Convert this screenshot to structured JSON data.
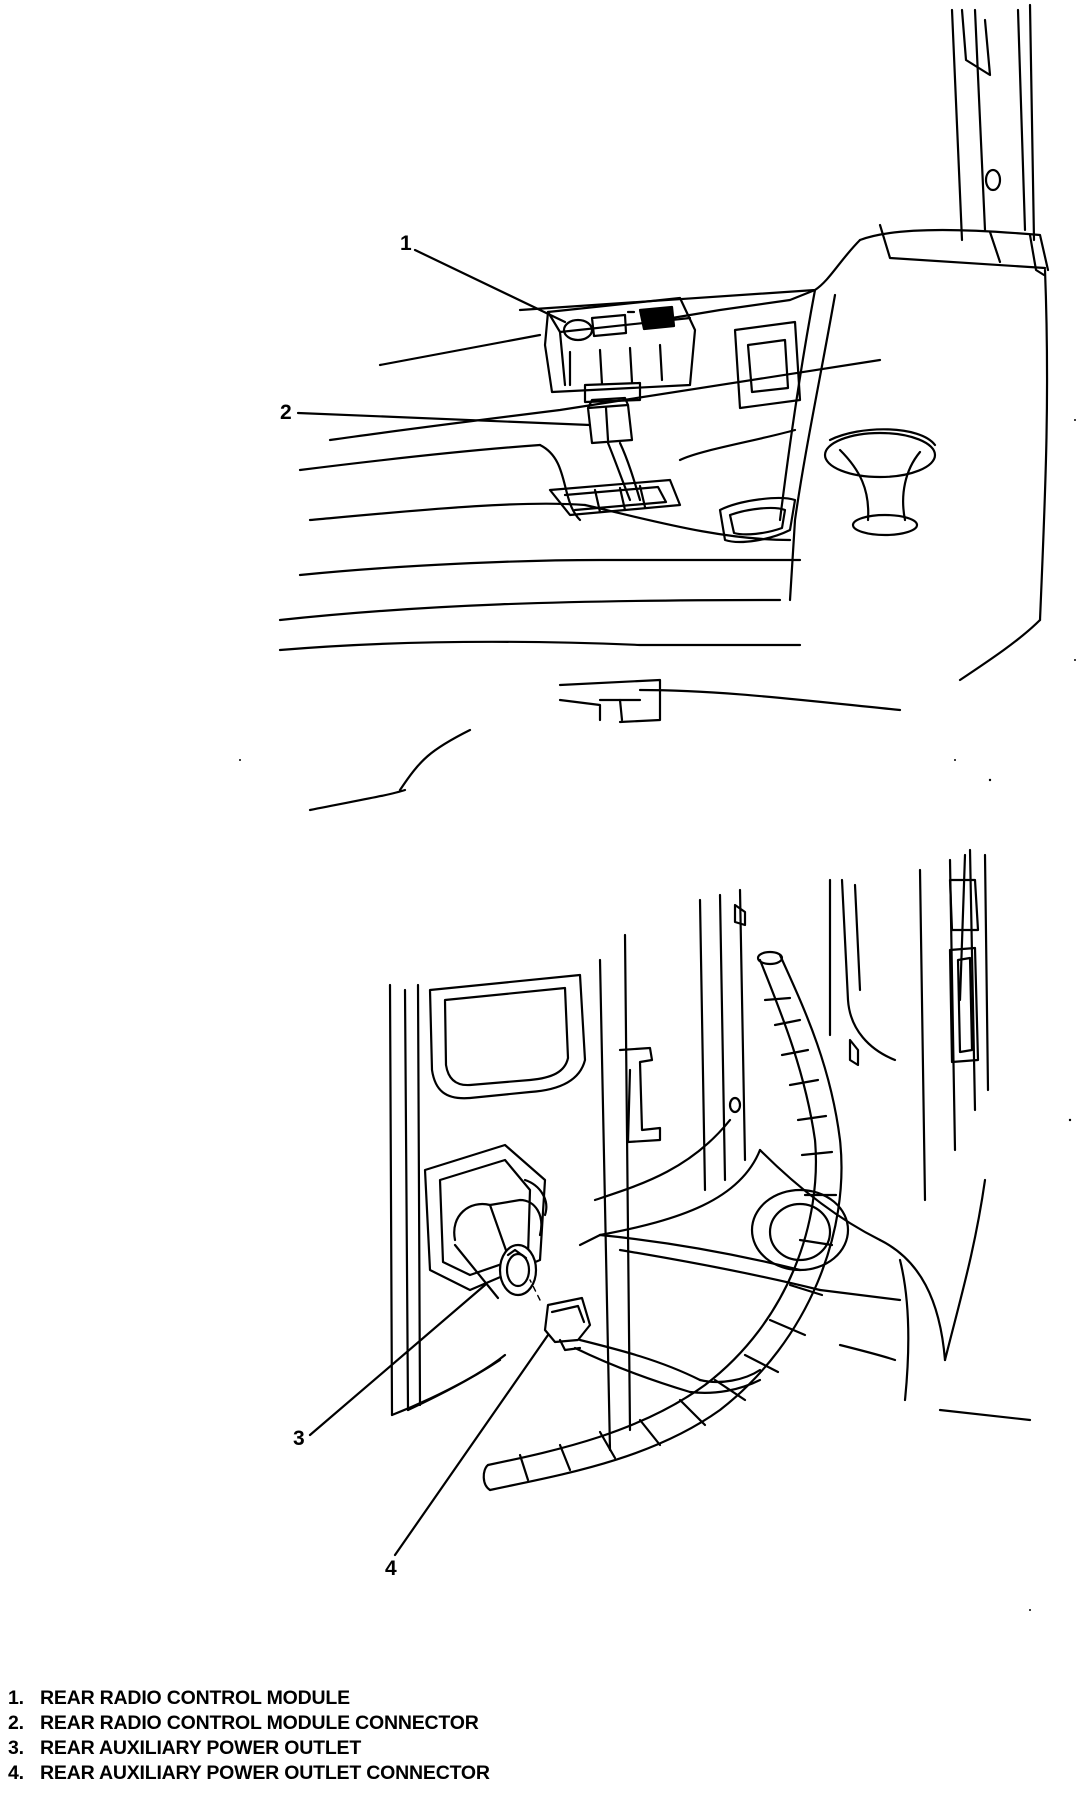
{
  "callouts": [
    {
      "number": "1"
    },
    {
      "number": "2"
    },
    {
      "number": "3"
    },
    {
      "number": "4"
    }
  ],
  "legend": [
    {
      "number": "1.",
      "label": "REAR RADIO CONTROL MODULE"
    },
    {
      "number": "2.",
      "label": "REAR RADIO CONTROL MODULE CONNECTOR"
    },
    {
      "number": "3.",
      "label": "REAR AUXILIARY POWER OUTLET"
    },
    {
      "number": "4.",
      "label": "REAR AUXILIARY POWER OUTLET CONNECTOR"
    }
  ]
}
